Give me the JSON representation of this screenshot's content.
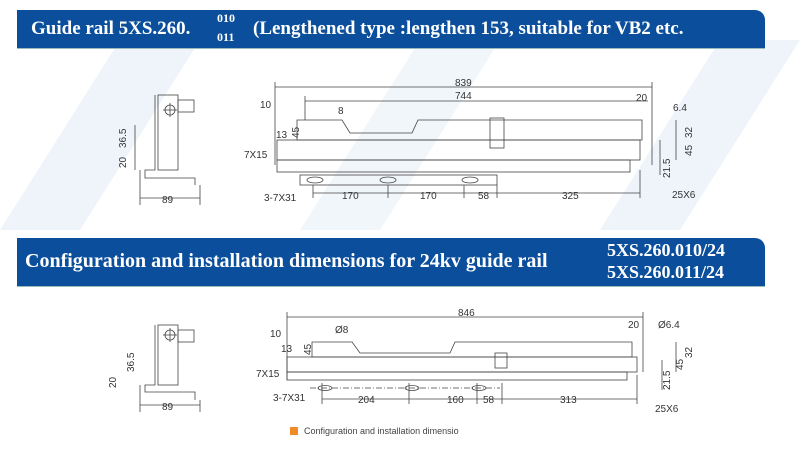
{
  "section1": {
    "title_prefix": "Guide rail 5XS.260.",
    "code_top": "010",
    "code_bottom": "011",
    "title_suffix": "(Lengthened type :lengthen 153, suitable for VB2 etc.",
    "side_view": {
      "dim_a": "36.5",
      "dim_b": "20",
      "dim_width": "89"
    },
    "main_view": {
      "overall": "839",
      "inner": "744",
      "d10": "10",
      "hole": "8",
      "d20": "20",
      "hole2": "6.4",
      "d13": "13",
      "d45a": "45",
      "slot_end": "7X15",
      "slots": "3-7X31",
      "s1": "170",
      "s2": "170",
      "s3": "58",
      "s4": "325",
      "tab": "25X6",
      "d32": "32",
      "d45b": "45",
      "d21": "21.5"
    }
  },
  "section2": {
    "title": "Configuration and installation dimensions for 24kv guide rail",
    "code1": "5XS.260.010/24",
    "code2": "5XS.260.011/24",
    "side_view": {
      "dim_a": "36.5",
      "dim_b": "20",
      "dim_width": "89"
    },
    "main_view": {
      "overall": "846",
      "d10": "10",
      "hole": "Ø8",
      "d20": "20",
      "hole2": "Ø6.4",
      "d13": "13",
      "d45a": "45",
      "slot_end": "7X15",
      "slots": "3-7X31",
      "s1": "204",
      "s2": "160",
      "s3": "58",
      "s4": "313",
      "tab": "25X6",
      "d32": "32",
      "d45b": "45",
      "d21": "21.5"
    }
  },
  "legend": {
    "label": "Configuration and installation dimensio",
    "color": "#f08a24"
  }
}
